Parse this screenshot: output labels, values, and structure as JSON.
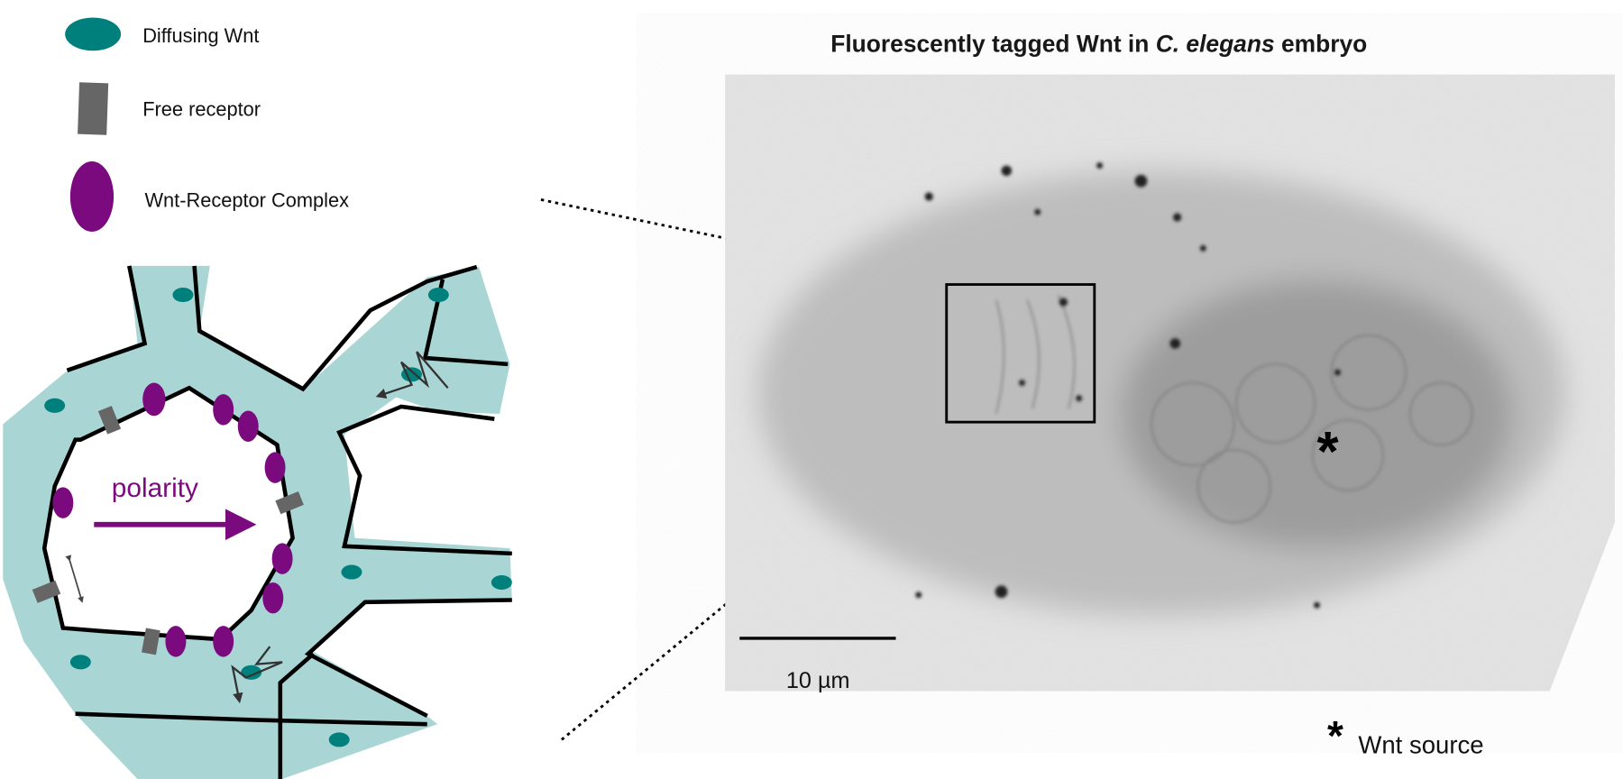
{
  "legend": {
    "items": [
      {
        "label": "Diffusing Wnt",
        "icon": "teal-oval-icon"
      },
      {
        "label": "Free receptor",
        "icon": "gray-rect-icon"
      },
      {
        "label": "Wnt-Receptor Complex",
        "icon": "purple-oval-icon"
      }
    ]
  },
  "diagram": {
    "polarity_label": "polarity"
  },
  "image_panel": {
    "title_prefix": "Fluorescently tagged Wnt in ",
    "title_species": "C. elegans",
    "title_suffix": " embryo",
    "scale_bar_label": "10 µm",
    "source_marker": "*",
    "source_legend_marker": "*",
    "source_legend_label": "Wnt source"
  },
  "colors": {
    "wnt": "#00807c",
    "receptor": "#666666",
    "complex": "#7a0a7e",
    "extracellular": "#a9d6d4",
    "polarity": "#7a0a7e"
  }
}
